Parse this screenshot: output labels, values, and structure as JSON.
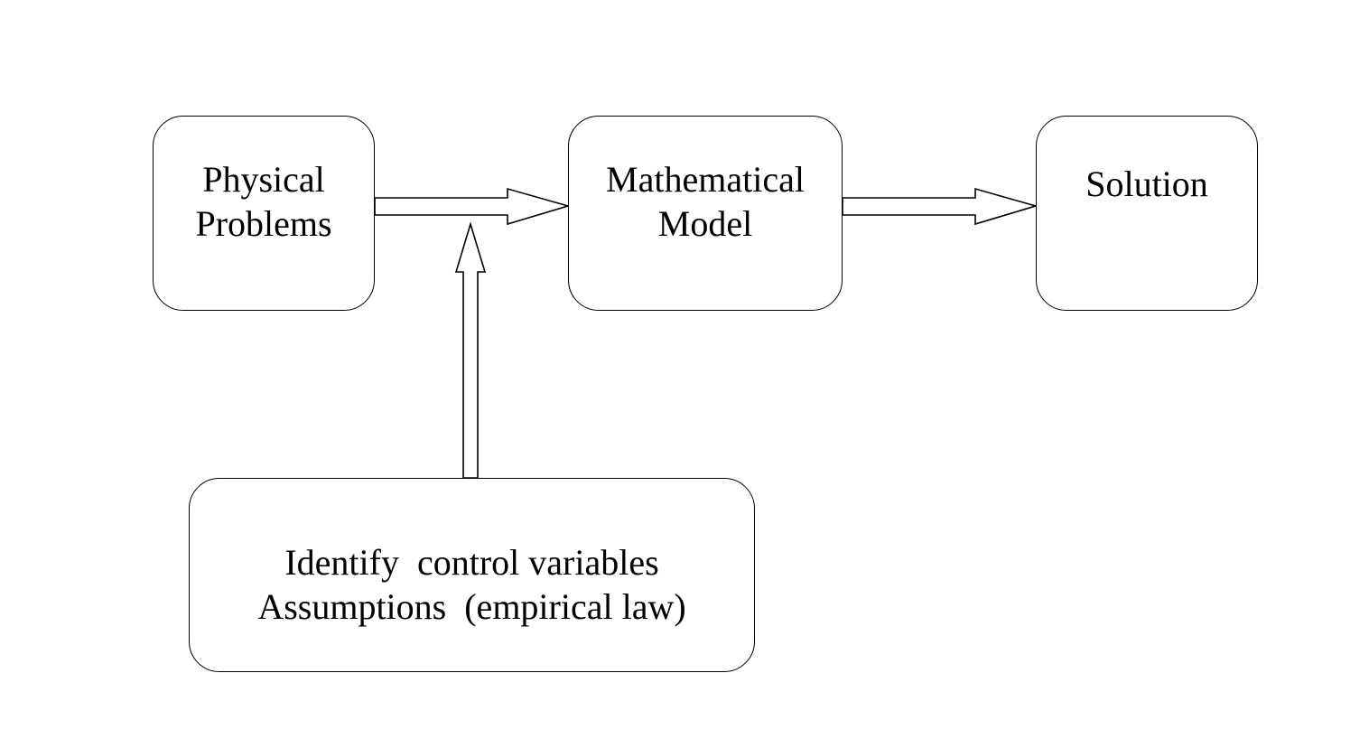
{
  "diagram": {
    "nodes": [
      {
        "id": "physical",
        "lines": [
          "Physical",
          "Problems"
        ]
      },
      {
        "id": "model",
        "lines": [
          "Mathematical",
          "Model"
        ]
      },
      {
        "id": "solution",
        "lines": [
          "Solution"
        ]
      },
      {
        "id": "assumptions",
        "lines": [
          "Identify  control variables",
          "Assumptions  (empirical law)"
        ]
      }
    ],
    "edges": [
      {
        "from": "physical",
        "to": "model"
      },
      {
        "from": "model",
        "to": "solution"
      },
      {
        "from": "assumptions",
        "to": "physical-model-arrow"
      }
    ]
  }
}
